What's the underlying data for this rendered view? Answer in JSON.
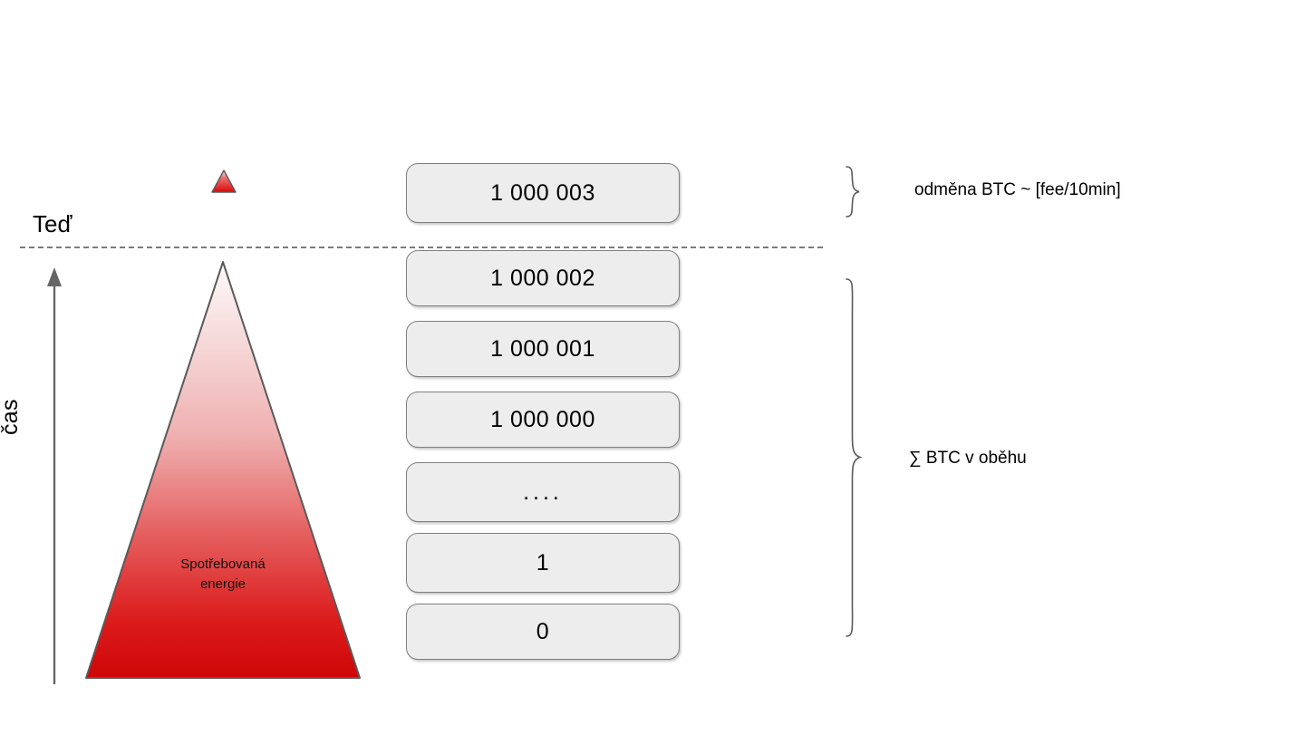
{
  "diagram": {
    "title_visible": false,
    "background_color": "#ffffff"
  },
  "time_axis": {
    "label": "čas",
    "now_label": "Teď",
    "arrow_direction": "up",
    "axis_color": "#666666",
    "now_line_style": "dashed",
    "now_line_color": "#7b7b7b"
  },
  "energy_triangle": {
    "label_line1": "Spotřebovaná",
    "label_line2": "energie",
    "gradient_top_color": "#fdf4f4",
    "gradient_bottom_color": "#d40b0b",
    "outline_color": "#595959"
  },
  "pending_marker": {
    "shape": "triangle",
    "gradient_top_color": "#f6d7d7",
    "gradient_bottom_color": "#d40b0b",
    "outline_color": "#595959"
  },
  "blockchain": {
    "pending_block": {
      "label": "1 000 003"
    },
    "confirmed_blocks": [
      {
        "label": "1 000 002"
      },
      {
        "label": "1 000 001"
      },
      {
        "label": "1 000 000"
      },
      {
        "label": "...."
      },
      {
        "label": "1"
      },
      {
        "label": "0"
      }
    ],
    "block_fill_color": "#ededed",
    "block_border_color": "#7f7f7f"
  },
  "annotations": {
    "reward": {
      "brace": "right-curly-brace",
      "text": "odměna BTC ~ [fee/10min]"
    },
    "supply": {
      "brace": "right-curly-brace",
      "text": "∑ BTC v oběhu"
    }
  }
}
